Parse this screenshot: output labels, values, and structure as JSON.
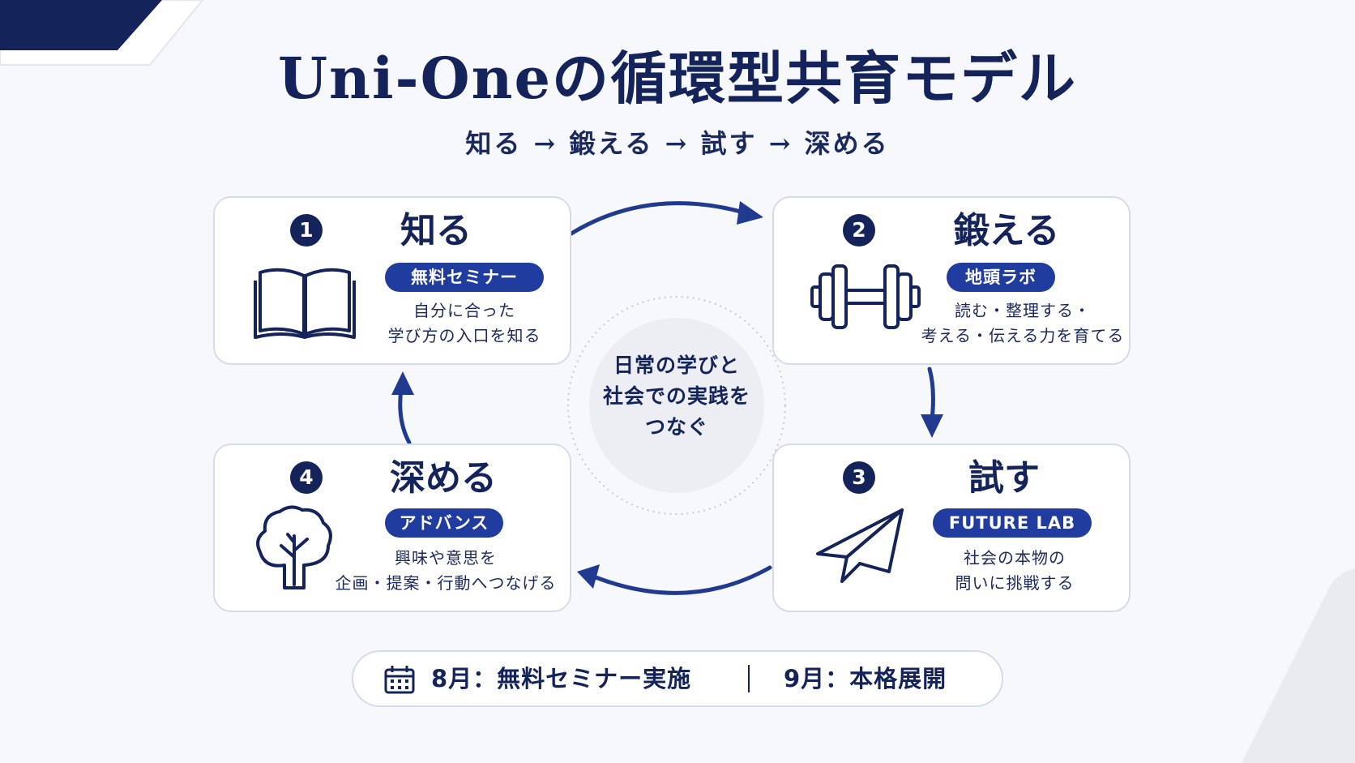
{
  "title": "Uni-Oneの循環型共育モデル",
  "subtitle": "知る → 鍛える → 試す → 深める",
  "center": {
    "lines": [
      "日常の学びと",
      "社会での実践を",
      "つなぐ"
    ]
  },
  "steps": [
    {
      "number": "1",
      "title": "知る",
      "tag": "無料セミナー",
      "desc": [
        "自分に合った",
        "学び方の入口を知る"
      ],
      "icon": "open-book-icon"
    },
    {
      "number": "2",
      "title": "鍛える",
      "tag": "地頭ラボ",
      "desc": [
        "読む・整理する・",
        "考える・伝える力を育てる"
      ],
      "icon": "dumbbell-icon"
    },
    {
      "number": "3",
      "title": "試す",
      "tag": "FUTURE LAB",
      "desc": [
        "社会の本物の",
        "問いに挑戦する"
      ],
      "icon": "paper-plane-icon"
    },
    {
      "number": "4",
      "title": "深める",
      "tag": "アドバンス",
      "desc": [
        "興味や意思を",
        "企画・提案・行動へつなげる"
      ],
      "icon": "tree-icon"
    }
  ],
  "footer": {
    "left": "8月：無料セミナー実施",
    "right": "9月：本格展開",
    "icon": "calendar-icon"
  },
  "colors": {
    "navy": "#14245a",
    "pill_blue": "#1f3c9e",
    "background": "#f7f8fb",
    "card_border": "#d6dbe8"
  }
}
